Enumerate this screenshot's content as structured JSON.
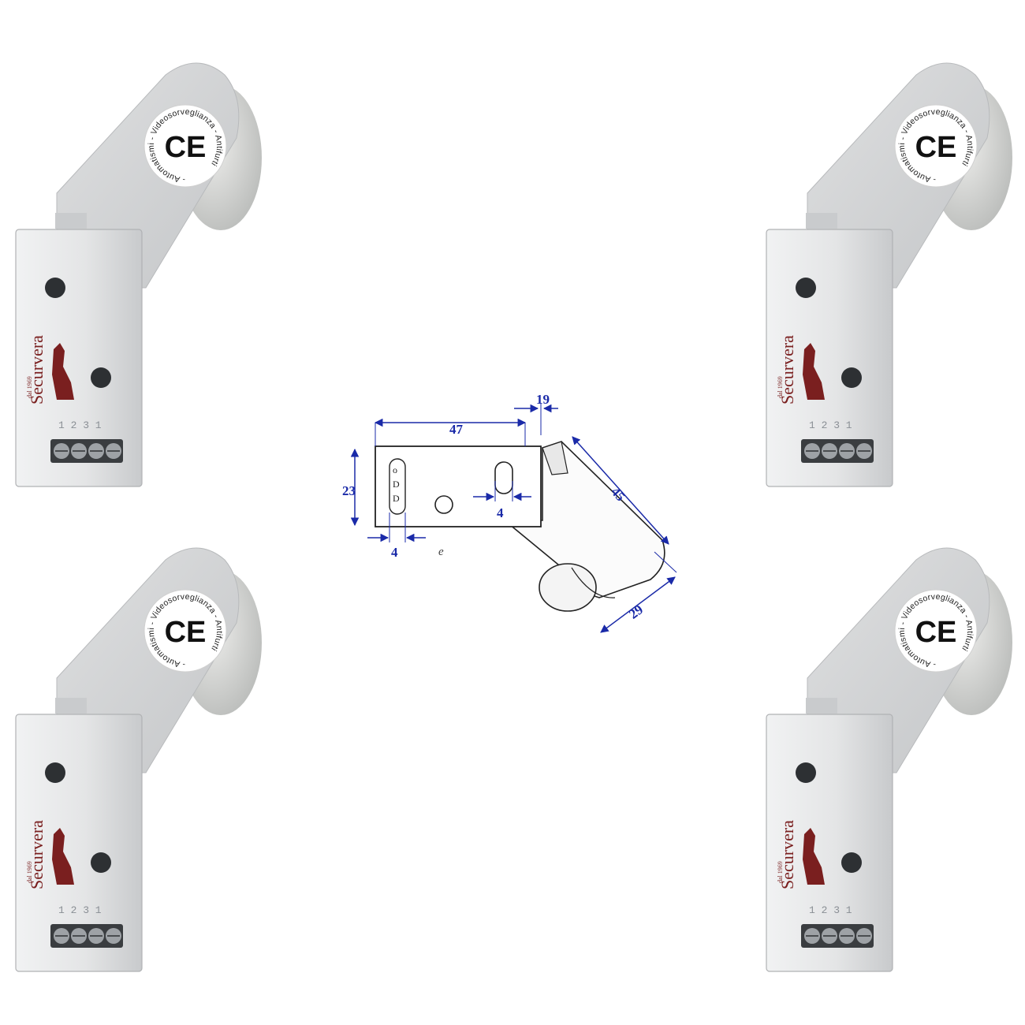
{
  "product": {
    "seal_ring_text": "- Automatismi - Videosorveglianza - Antifurti",
    "ce_mark": "CE",
    "brand": "Securvera",
    "brand_since": "dal 1969",
    "code_marking": "1 2 3 1"
  },
  "diagram": {
    "dim_width": "47",
    "dim_offset": "19",
    "dim_height": "23",
    "dim_length": "45",
    "dim_wheel": "29",
    "dim_slot": "4",
    "dim_hole": "4",
    "label_e": "e"
  },
  "colors": {
    "body": "#e2e3e4",
    "body_shade": "#c9cbcd",
    "brand": "#7a1f1f",
    "dimension": "#1a2aa8"
  }
}
